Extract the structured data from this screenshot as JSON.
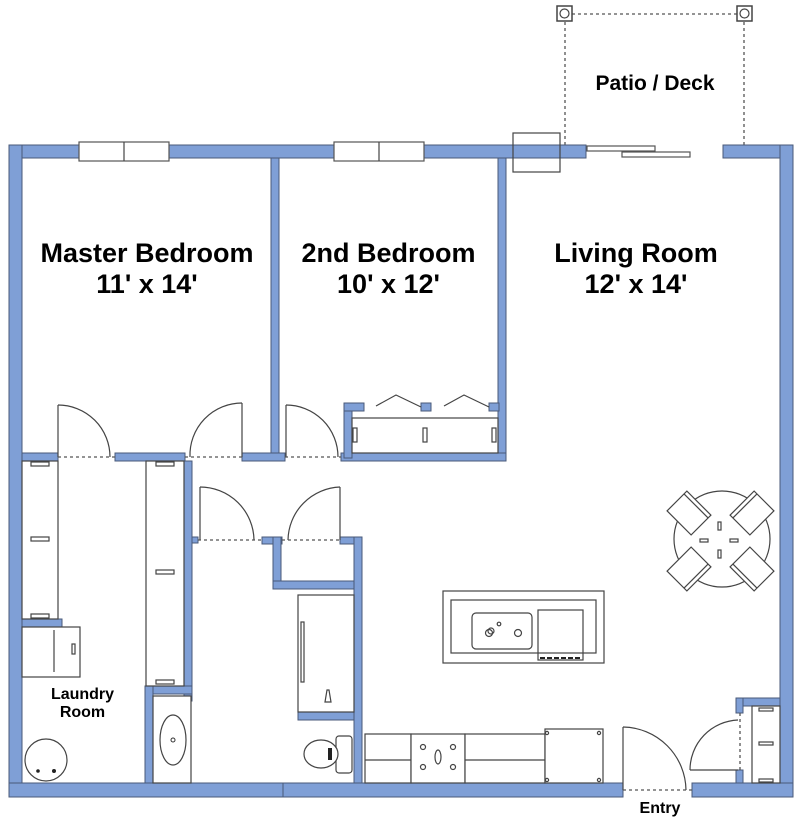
{
  "plan": {
    "wall_color": "#7f9fd6",
    "wall_stroke": "#4a5a78",
    "line_color": "#444444"
  },
  "rooms": {
    "master_bedroom": {
      "name": "Master Bedroom",
      "size": "11' x 14'"
    },
    "second_bedroom": {
      "name": "2nd Bedroom",
      "size": "10' x 12'"
    },
    "living_room": {
      "name": "Living Room",
      "size": "12' x 14'"
    },
    "patio": {
      "name": "Patio / Deck"
    },
    "laundry": {
      "name_line1": "Laundry",
      "name_line2": "Room"
    },
    "entry": {
      "name": "Entry"
    }
  }
}
